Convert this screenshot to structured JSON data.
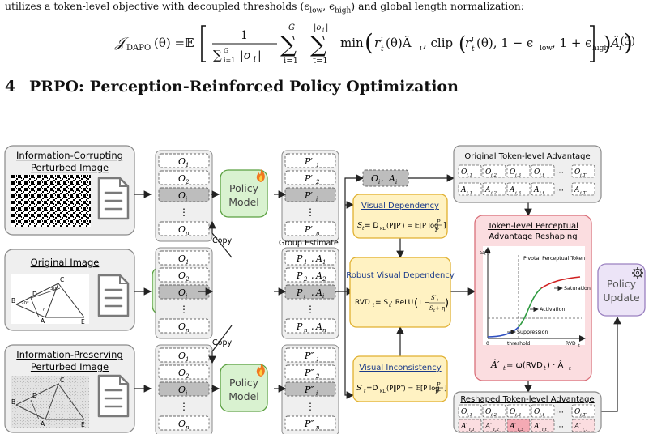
{
  "paper": {
    "intro": "utilizes a token-level objective with decoupled thresholds (ϵ",
    "intro_low": "low",
    "intro_mid": ", ϵ",
    "intro_high": "high",
    "intro_tail": ") and global length normalization:",
    "equation": {
      "lhs": "𝒥",
      "lhs_sub": "DAPO",
      "lhs_arg": "(θ) =𝔼",
      "frac_num": "1",
      "sum_denom": "∑",
      "sum_denom_limits": [
        "G",
        "i=1"
      ],
      "sum_denom_body": "|o",
      "sum_denom_body_sub": "i",
      "sum_denom_body_end": "|",
      "sum1_top": "G",
      "sum1_bottom": "i=1",
      "sum2_top": "|o",
      "sum2_top_sub": "i",
      "sum2_top_end": "|",
      "sum2_bottom": "t=1",
      "min_text": "min",
      "term1": "r",
      "term1_sup": "i",
      "term1_sub": "t",
      "term1_rest": "(θ)Â",
      "term1_rest_sub": "i",
      "clip_text": ", clip",
      "clip_r": "r",
      "clip_r_sup": "i",
      "clip_r_sub": "t",
      "clip_r_rest": "(θ), 1 − ϵ",
      "clip_low": "low",
      "clip_mid": ", 1 + ϵ",
      "clip_high": "high",
      "clip_A": "Â",
      "clip_A_sub": "i",
      "number": "(3)"
    },
    "section_number": "4",
    "section_title": "PRPO: Perception-Reinforced Policy Optimization"
  },
  "figure": {
    "colors": {
      "gray_fill": "#efefef",
      "gray_stroke": "#8a8a8a",
      "green_fill": "#d9f2d0",
      "green_stroke": "#5aa040",
      "yellow_fill": "#fff2c2",
      "yellow_stroke": "#e0b030",
      "pink_fill": "#fbdde0",
      "pink_stroke": "#d9707a",
      "purple_fill": "#ece4f7",
      "purple_stroke": "#9a80c0",
      "highlight": "#bdbdbd",
      "pink_highlight": "#f4aab4"
    },
    "inputs": [
      {
        "title_lines": [
          "Information-Corrupting",
          "Perturbed Image"
        ]
      },
      {
        "title_lines": [
          "Original Image"
        ]
      },
      {
        "title_lines": [
          "Information-Preserving",
          "Perturbed Image"
        ]
      }
    ],
    "policy_model_lines": [
      "Policy",
      "Model"
    ],
    "copy_label": "Copy",
    "group_estimate_label": "Group Estimate",
    "col1": {
      "top": [
        "O",
        "O",
        "O",
        "⋮",
        "O"
      ],
      "top_sub": [
        "1",
        "2",
        "i",
        "",
        "n"
      ],
      "mid": [
        "O",
        "O",
        "O",
        "⋮",
        "O"
      ],
      "mid_sub": [
        "1",
        "2",
        "i",
        "",
        "n"
      ],
      "bot": [
        "O",
        "O",
        "O",
        "⋮",
        "O"
      ],
      "bot_sub": [
        "1",
        "2",
        "i",
        "",
        "n"
      ]
    },
    "col2": {
      "top": [
        "P′",
        "P′",
        "P′",
        "⋮",
        "P′"
      ],
      "top_sub": [
        "1",
        "2",
        "i",
        "",
        "n"
      ],
      "mid": [
        "P",
        "P",
        "P",
        "⋮",
        "P"
      ],
      "mid_sub": [
        "1",
        "2",
        "i",
        "",
        "n"
      ],
      "mid_adv": [
        "A",
        "A",
        "A",
        "",
        "A"
      ],
      "bot": [
        "P″",
        "P″",
        "P″",
        "⋮",
        "P″"
      ],
      "bot_sub": [
        "1",
        "2",
        "i",
        "",
        "n"
      ]
    },
    "oa_chip": {
      "o": "O",
      "o_sub": "i",
      "sep": ", ",
      "a": "A",
      "a_sub": "i"
    },
    "visual_dependency": {
      "title": "Visual Dependency",
      "formula": "S",
      "formula_sub": "t",
      "formula_rest": " = D",
      "formula_kl": "KL",
      "formula_arg": "(P‖P′) = 𝔼[P log",
      "frac_num": "P",
      "frac_den": "P′",
      "formula_end": "]"
    },
    "robust_visual_dependency": {
      "title": "Robust Visual Dependency",
      "formula": "RVD",
      "formula_sub": "t",
      "formula_rest": " = S",
      "formula_sub2": "t",
      "formula_relu": " · ReLU",
      "paren_open": "(",
      "one_minus": "1 −",
      "frac_num": "S′",
      "frac_num_sub": "t",
      "frac_den": "S",
      "frac_den_sub": "t",
      "frac_den_rest": " + η",
      "paren_close": ")"
    },
    "visual_inconsistency": {
      "title": "Visual Inconsistency",
      "formula": "S′",
      "formula_sub": "t",
      "formula_rest": " =D",
      "formula_kl": "KL",
      "formula_arg": "(P‖P″) = 𝔼[P log",
      "frac_num": "P",
      "frac_den": "P″",
      "formula_end": "]"
    },
    "original_adv": {
      "title": "Original Token-level Advantage",
      "row1": [
        "O",
        "O",
        "O",
        "O",
        "⋯",
        "O"
      ],
      "row1_sub": [
        "i,1",
        "i,2",
        "i,3",
        "i,t",
        "",
        "i,T"
      ],
      "row2": [
        "A",
        "A",
        "A",
        "A",
        "⋯",
        "A"
      ],
      "row2_sub": [
        "i,1",
        "i,2",
        "i,3",
        "i,t",
        "",
        "i,T"
      ]
    },
    "reshaping": {
      "title_lines": [
        "Token-level Perceptual",
        "Advantage Reshaping"
      ],
      "y_label": "ω(·)",
      "pivotal_label": "Pivotal Perceptual Token",
      "saturation_label": "Saturation",
      "activation_label": "Activation",
      "suppression_label": "Suppression",
      "origin_label": "0",
      "threshold_label": "threshold",
      "x_label": "RVD",
      "x_label_sub": "t",
      "formula": "Â′",
      "formula_sub": "t",
      "formula_rest": " = ω(RVD",
      "formula_sub2": "t",
      "formula_rest2": ") · Â",
      "formula_sub3": "t"
    },
    "reshaped_adv": {
      "title": "Reshaped Token-level Advantage",
      "row1": [
        "O",
        "O",
        "O",
        "O",
        "⋯",
        "O"
      ],
      "row1_sub": [
        "i,1",
        "i,2",
        "i,3",
        "i,t",
        "",
        "i,T"
      ],
      "row2": [
        "A′",
        "A′",
        "A′",
        "A′",
        "⋯",
        "A′"
      ],
      "row2_sub": [
        "i,1",
        "i,2",
        "i,3",
        "i,t",
        "",
        "i,T"
      ]
    },
    "policy_update_lines": [
      "Policy",
      "Update"
    ],
    "gear_icon": "gear-icon",
    "fire_icon": "fire-icon",
    "document_icon": "document-icon",
    "geometry_labels": [
      "B",
      "C",
      "D",
      "A",
      "E",
      "70°",
      "30°",
      "?"
    ]
  }
}
